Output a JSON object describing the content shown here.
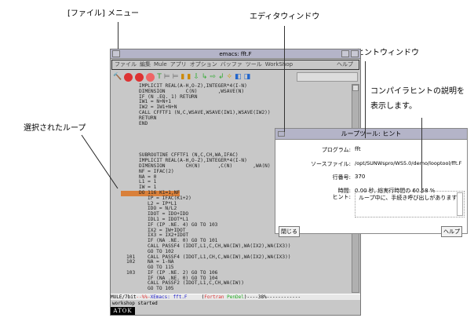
{
  "annotations": {
    "file_menu": "[ファイル] メニュー",
    "editor_window": "エディタウィンドウ",
    "hint_window": "ヒントウィンドウ",
    "hint_desc_1": "コンパイラヒントの説明を",
    "hint_desc_2": "表示します。",
    "selected_loop": "選択されたループ"
  },
  "emacs": {
    "title": "emacs: fft.F",
    "menu": [
      "ファイル",
      "編集",
      "Mule",
      "アプリ",
      "オプション",
      "バッファ",
      "ツール",
      "WorkShop"
    ],
    "menu_help": "ヘルプ",
    "code": [
      {
        "t": "IMPLICIT REAL(A-H,O-Z),INTEGER*4(I-N)"
      },
      {
        "t": "DIMENSION       C(N)       ,WSAVE(N)"
      },
      {
        "t": "IF (N .EQ. 1) RETURN"
      },
      {
        "t": "IW1 = N+N+1"
      },
      {
        "t": "IW2 = IW1+N+N"
      },
      {
        "t": "CALL CFFTF1 (N,C,WSAVE,WSAVE(IW1),WSAVE(IW2))"
      },
      {
        "t": "RETURN"
      },
      {
        "t": "END"
      },
      {
        "t": ""
      },
      {
        "t": ""
      },
      {
        "t": ""
      },
      {
        "t": ""
      },
      {
        "t": ""
      },
      {
        "t": "SUBROUTINE CFFTF1 (N,C,CH,WA,IFAC)"
      },
      {
        "t": "IMPLICIT REAL(A-H,O-Z),INTEGER*4(I-N)"
      },
      {
        "t": "DIMENSION       CH(N)      ,C(N)       ,WA(N)"
      },
      {
        "t": "NF = IFAC(2)"
      },
      {
        "t": "NA = 0"
      },
      {
        "t": "L1 = 1"
      },
      {
        "t": "IW = 1"
      },
      {
        "t": "DO 116 K1=1,NF",
        "hl": true
      },
      {
        "t": "IP = IFAC(K1+2)",
        "in": true
      },
      {
        "t": "L2 = IP*L1",
        "in": true
      },
      {
        "t": "IDO = N/L2",
        "in": true
      },
      {
        "t": "IDOT = IDO+IDO",
        "in": true
      },
      {
        "t": "IDL1 = IDOT*L1",
        "in": true
      },
      {
        "t": "IF (IP .NE. 4) GO TO 103",
        "in": true
      },
      {
        "t": "IX2 = IW+IDOT",
        "in": true
      },
      {
        "t": "IX3 = IX2+IDOT",
        "in": true
      },
      {
        "t": "IF (NA .NE. 0) GO TO 101",
        "in": true
      },
      {
        "t": "CALL PASSF4 (IDOT,L1,C,CH,WA(IW),WA(IX2),WA(IX3))",
        "in": true
      },
      {
        "t": "GO TO 102",
        "in": true
      },
      {
        "l": "101",
        "t": "CALL PASSF4 (IDOT,L1,CH,C,WA(IW),WA(IX2),WA(IX3))",
        "in": true
      },
      {
        "l": "102",
        "t": "NA = 1-NA",
        "in": true
      },
      {
        "t": "GO TO 115",
        "in": true
      },
      {
        "l": "103",
        "t": "IF (IP .NE. 2) GO TO 106",
        "in": true
      },
      {
        "t": "IF (NA .NE. 0) GO TO 104",
        "in": true
      },
      {
        "t": "CALL PASSF2 (IDOT,L1,C,CH,WA(IW))",
        "in": true
      },
      {
        "t": "GO TO 105",
        "in": true
      }
    ],
    "modeline": {
      "a": "MULE/7bit",
      "b": "--%%-",
      "c": "XEmacs: fft.F",
      "d": "     (",
      "e": "Fortran",
      "f": " PenDel",
      "g": ")----38%------------"
    },
    "minibuffer": "workshop started",
    "ime": "ATOK"
  },
  "hint": {
    "title": "ループツール: ヒント",
    "fields": [
      {
        "label": "プログラム:",
        "value": "fft"
      },
      {
        "label": "ソースファイル:",
        "value": "/opt/SUNWspro/WS5.0/demo/looptool/fft.F"
      },
      {
        "label": "行番号:",
        "value": "370"
      },
      {
        "label": "時間:",
        "value": "0.00 秒, 総実行時間の 60.58 %"
      }
    ],
    "hint_label": "ヒント:",
    "hint_text": "ループ中に、手続き呼び出しがあります",
    "close": "閉じる",
    "help": "ヘルプ"
  }
}
